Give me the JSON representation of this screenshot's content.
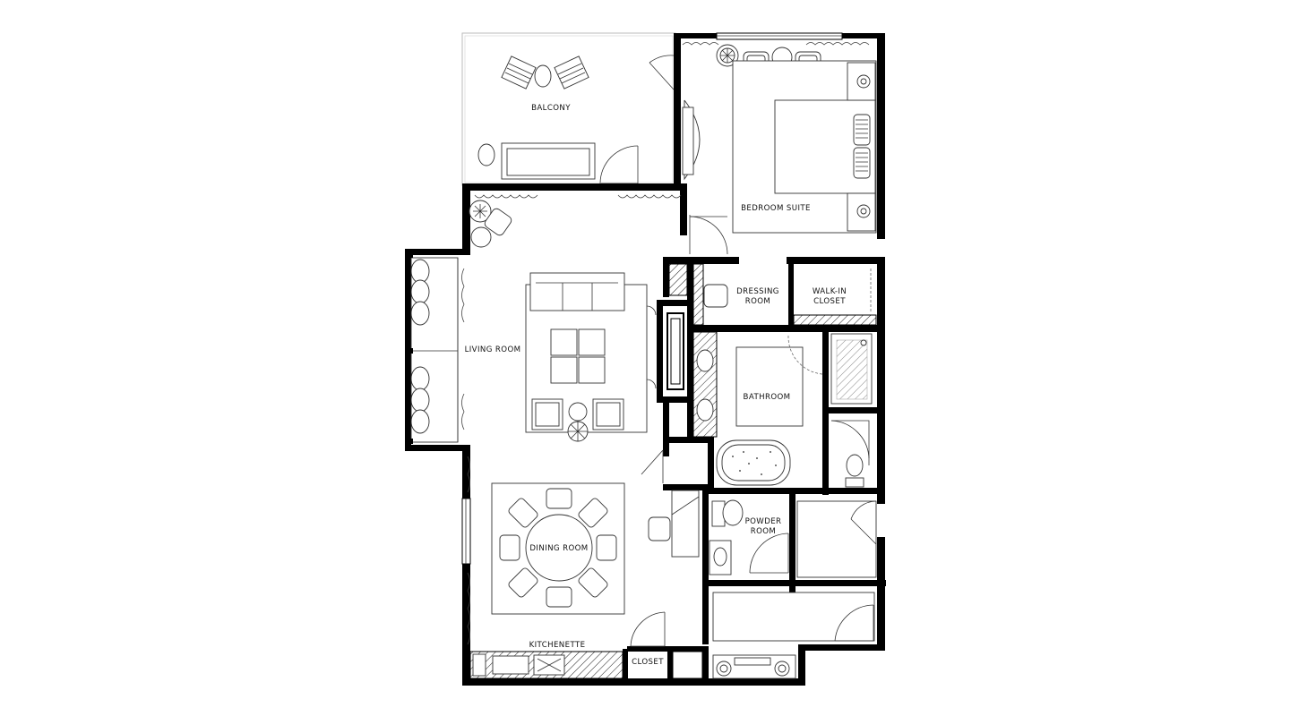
{
  "plan": {
    "rooms": {
      "balcony": "BALCONY",
      "bedroom_suite": "BEDROOM SUITE",
      "dressing_room": [
        "DRESSING",
        "ROOM"
      ],
      "walk_in_closet": [
        "WALK-IN",
        "CLOSET"
      ],
      "living_room": "LIVING ROOM",
      "bathroom": "BATHROOM",
      "powder_room": [
        "POWDER",
        "ROOM"
      ],
      "dining_room": "DINING ROOM",
      "kitchenette": "KITCHENETTE",
      "closet": "CLOSET"
    },
    "colors": {
      "wall": "#000000",
      "line": "#333333",
      "background": "#ffffff"
    }
  }
}
